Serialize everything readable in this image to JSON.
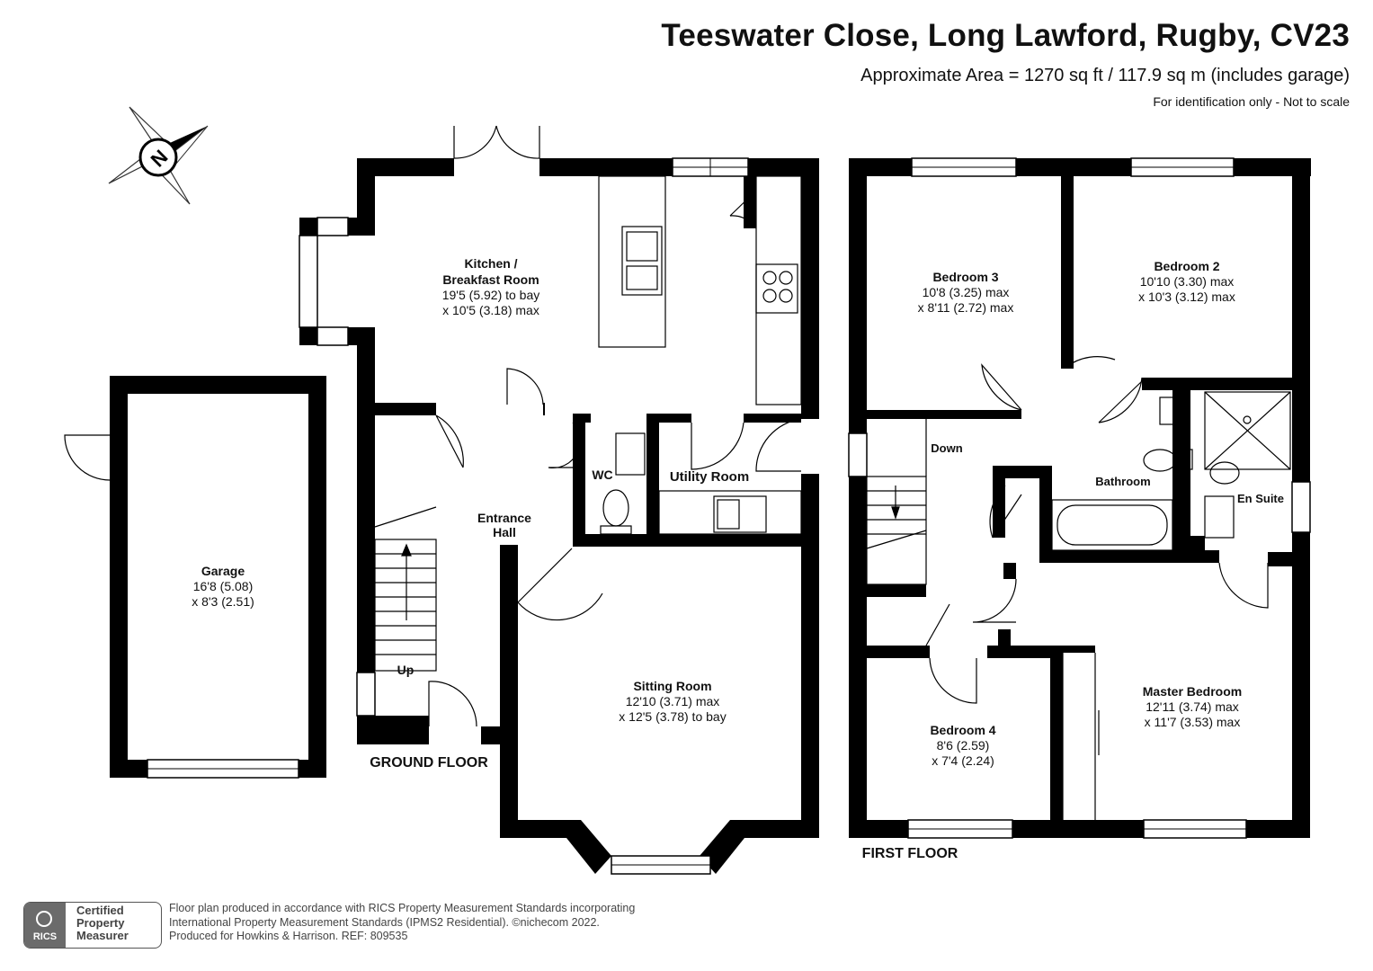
{
  "header": {
    "title": "Teeswater Close, Long Lawford, Rugby, CV23",
    "subtitle": "Approximate Area = 1270 sq ft / 117.9 sq m (includes garage)",
    "disclaimer": "For identification only - Not to scale"
  },
  "compass": {
    "letter": "N",
    "icon": "compass-icon"
  },
  "floors": {
    "ground": "GROUND FLOOR",
    "first": "FIRST FLOOR"
  },
  "rooms": {
    "garage": {
      "name": "Garage",
      "dim1": "16'8 (5.08)",
      "dim2": "x 8'3 (2.51)"
    },
    "kitchen": {
      "name1": "Kitchen /",
      "name2": "Breakfast Room",
      "dim1": "19'5 (5.92) to bay",
      "dim2": "x 10'5 (3.18) max"
    },
    "entrance_hall": {
      "name1": "Entrance",
      "name2": "Hall"
    },
    "wc": {
      "name": "WC"
    },
    "utility": {
      "name": "Utility Room"
    },
    "sitting": {
      "name": "Sitting Room",
      "dim1": "12'10 (3.71) max",
      "dim2": "x 12'5 (3.78) to bay"
    },
    "stairs_up": "Up",
    "bedroom3": {
      "name": "Bedroom 3",
      "dim1": "10'8 (3.25) max",
      "dim2": "x 8'11 (2.72) max"
    },
    "bedroom2": {
      "name": "Bedroom 2",
      "dim1": "10'10 (3.30) max",
      "dim2": "x 10'3 (3.12) max"
    },
    "stairs_down": "Down",
    "bathroom": {
      "name": "Bathroom"
    },
    "ensuite": {
      "name": "En Suite"
    },
    "master": {
      "name": "Master Bedroom",
      "dim1": "12'11 (3.74) max",
      "dim2": "x 11'7 (3.53) max"
    },
    "bedroom4": {
      "name": "Bedroom 4",
      "dim1": "8'6 (2.59)",
      "dim2": "x 7'4 (2.24)"
    }
  },
  "footer": {
    "badge_line1": "Certified",
    "badge_line2": "Property",
    "badge_line3": "Measurer",
    "rics": "RICS",
    "line1": "Floor plan produced in accordance with RICS Property Measurement Standards incorporating",
    "line2": "International Property Measurement Standards (IPMS2 Residential).  ©nichecom 2022.",
    "line3": "Produced for Howkins & Harrison.   REF: 809535"
  }
}
